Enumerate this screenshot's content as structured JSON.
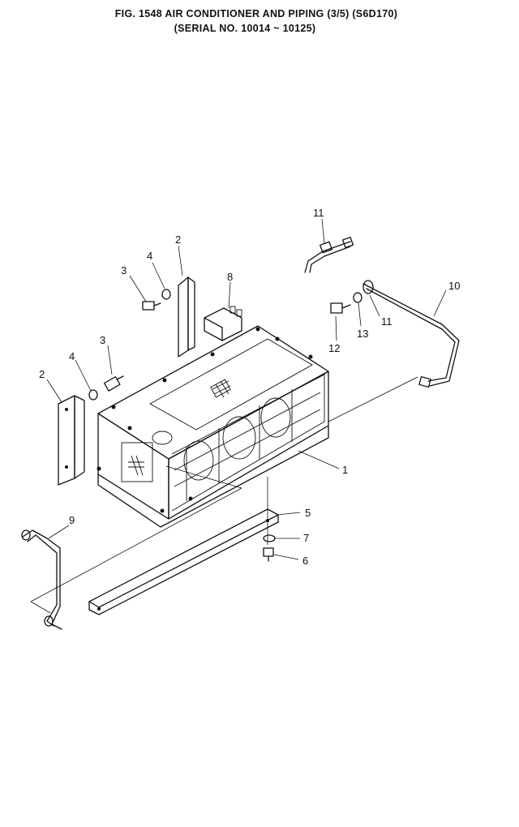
{
  "title": {
    "line1": "FIG. 1548   AIR CONDITIONER AND PIPING (3/5) (S6D170)",
    "line2": "(SERIAL NO. 10014 ~ 10125)"
  },
  "callouts": {
    "c1": "1",
    "c2a": "2",
    "c2b": "2",
    "c3a": "3",
    "c3b": "3",
    "c4a": "4",
    "c4b": "4",
    "c5": "5",
    "c6": "6",
    "c7": "7",
    "c8": "8",
    "c9": "9",
    "c10": "10",
    "c11a": "11",
    "c11b": "11",
    "c12": "12",
    "c13": "13"
  }
}
